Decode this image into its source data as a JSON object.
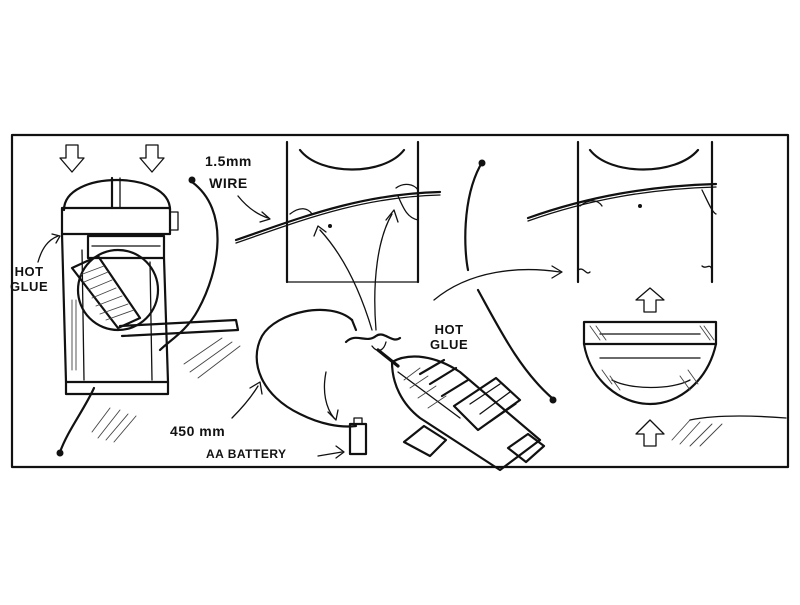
{
  "labels": {
    "wire": "1.5mm\nWIRE",
    "hot_glue_left": "HOT\nGLUE",
    "hot_glue_center": "HOT\nGLUE",
    "length": "450 mm",
    "battery": "AA BATTERY"
  },
  "style": {
    "ink": "#111111",
    "paper": "#ffffff"
  }
}
